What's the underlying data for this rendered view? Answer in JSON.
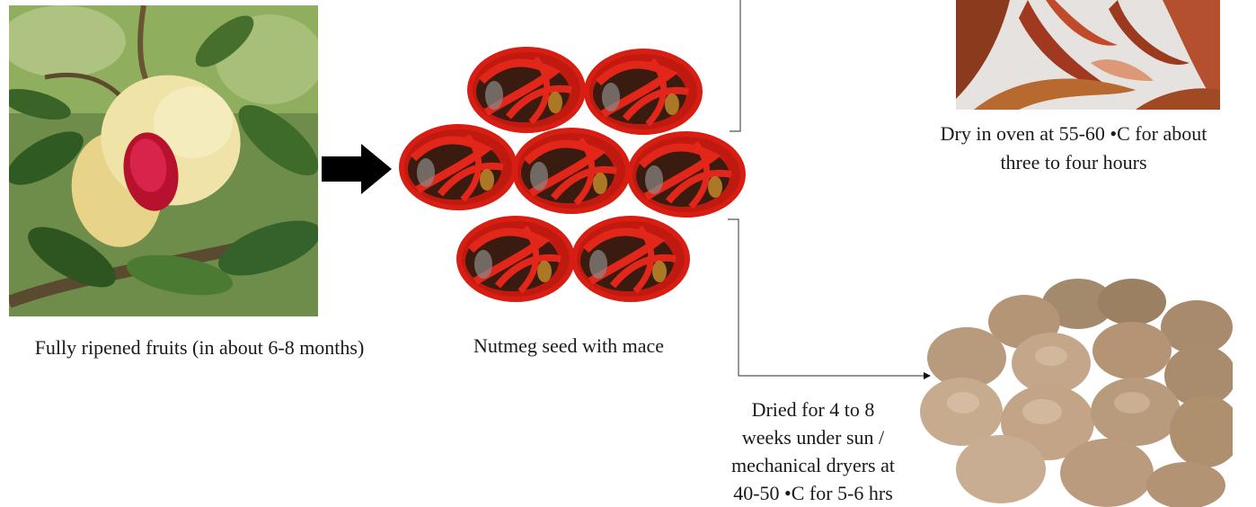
{
  "captions": {
    "ripe_fruit": "Fully ripened fruits (in about 6-8 months)",
    "seed_with_mace": "Nutmeg seed with mace",
    "oven_line1": "Dry in oven at 55-60 •C for about",
    "oven_line2": "three to four hours",
    "sun_line1": "Dried for 4 to 8",
    "sun_line2": "weeks under sun /",
    "sun_line3": "mechanical dryers at",
    "sun_line4": "40-50 •C for 5-6 hrs"
  },
  "colors": {
    "mace_red": "#d81e12",
    "seed_brown": "#3a1b10",
    "fruit_yellow": "#ecdc96",
    "leaf_green": "#3f6b2a",
    "nut_tan": "#b99a7c",
    "arrow_black": "#000000"
  }
}
